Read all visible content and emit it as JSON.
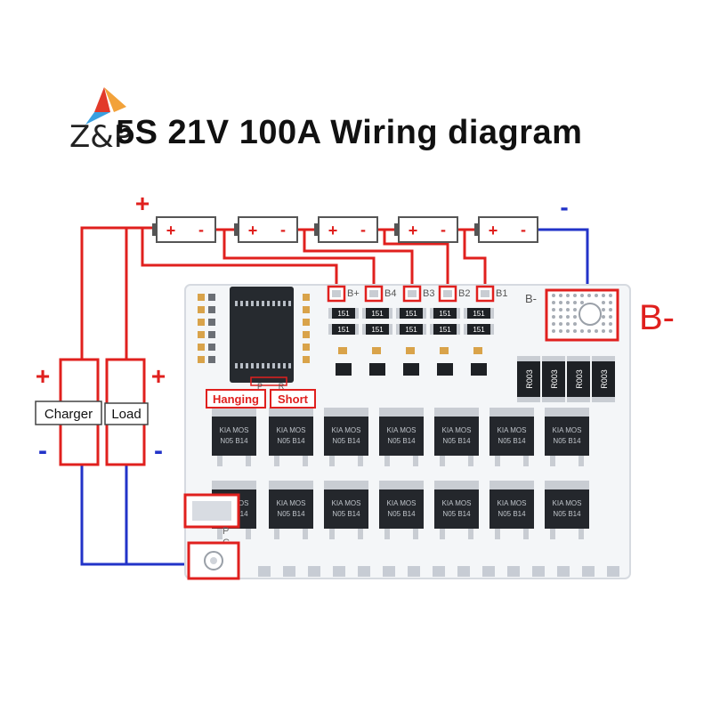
{
  "title": "5S 21V 100A Wiring diagram",
  "logo_text": "Z&P",
  "cells": [
    {
      "plus": "+",
      "minus": "-"
    },
    {
      "plus": "+",
      "minus": "-"
    },
    {
      "plus": "+",
      "minus": "-"
    },
    {
      "plus": "+",
      "minus": "-"
    },
    {
      "plus": "+",
      "minus": "-"
    }
  ],
  "pack_plus": "+",
  "pack_minus": "-",
  "b_minus_big": "B-",
  "b_minus_small": "B-",
  "tap_labels": [
    "B+",
    "B4",
    "B3",
    "B2",
    "B1"
  ],
  "charger_label": "Charger",
  "load_label": "Load",
  "charger_plus": "+",
  "charger_minus": "-",
  "load_plus": "+",
  "load_minus": "-",
  "hanging_label": "Hanging",
  "short_label": "Short",
  "p_label": "P",
  "c_label": "C",
  "resistor_label": "R003",
  "smd_label": "151",
  "mosfet_top": "KIA  MOS",
  "mosfet_bottom": "N05  B14",
  "colors": {
    "red": "#e0201e",
    "blue": "#2233c8",
    "board": "#f4f6f8"
  }
}
